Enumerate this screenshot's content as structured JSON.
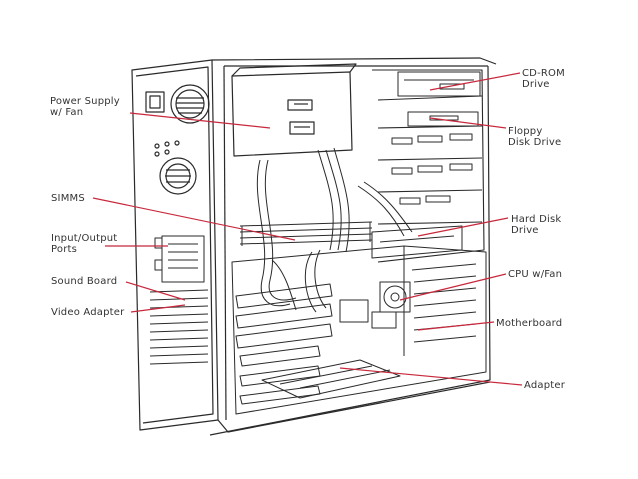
{
  "colors": {
    "leader": "#c8283c",
    "ink": "#2a2a2a",
    "label_text": "#333333",
    "background": "#ffffff"
  },
  "labels": {
    "power_supply": [
      "Power Supply",
      "w/ Fan"
    ],
    "simms": [
      "SIMMS"
    ],
    "io_ports": [
      "Input/Output",
      "Ports"
    ],
    "sound_board": [
      "Sound Board"
    ],
    "video_adapter": [
      "Video Adapter"
    ],
    "cdrom": [
      "CD-ROM",
      "Drive"
    ],
    "floppy": [
      "Floppy",
      "Disk Drive"
    ],
    "hard_disk": [
      "Hard Disk",
      "Drive"
    ],
    "cpu": [
      "CPU w/Fan"
    ],
    "motherboard": [
      "Motherboard"
    ],
    "adapter": [
      "Adapter"
    ]
  }
}
